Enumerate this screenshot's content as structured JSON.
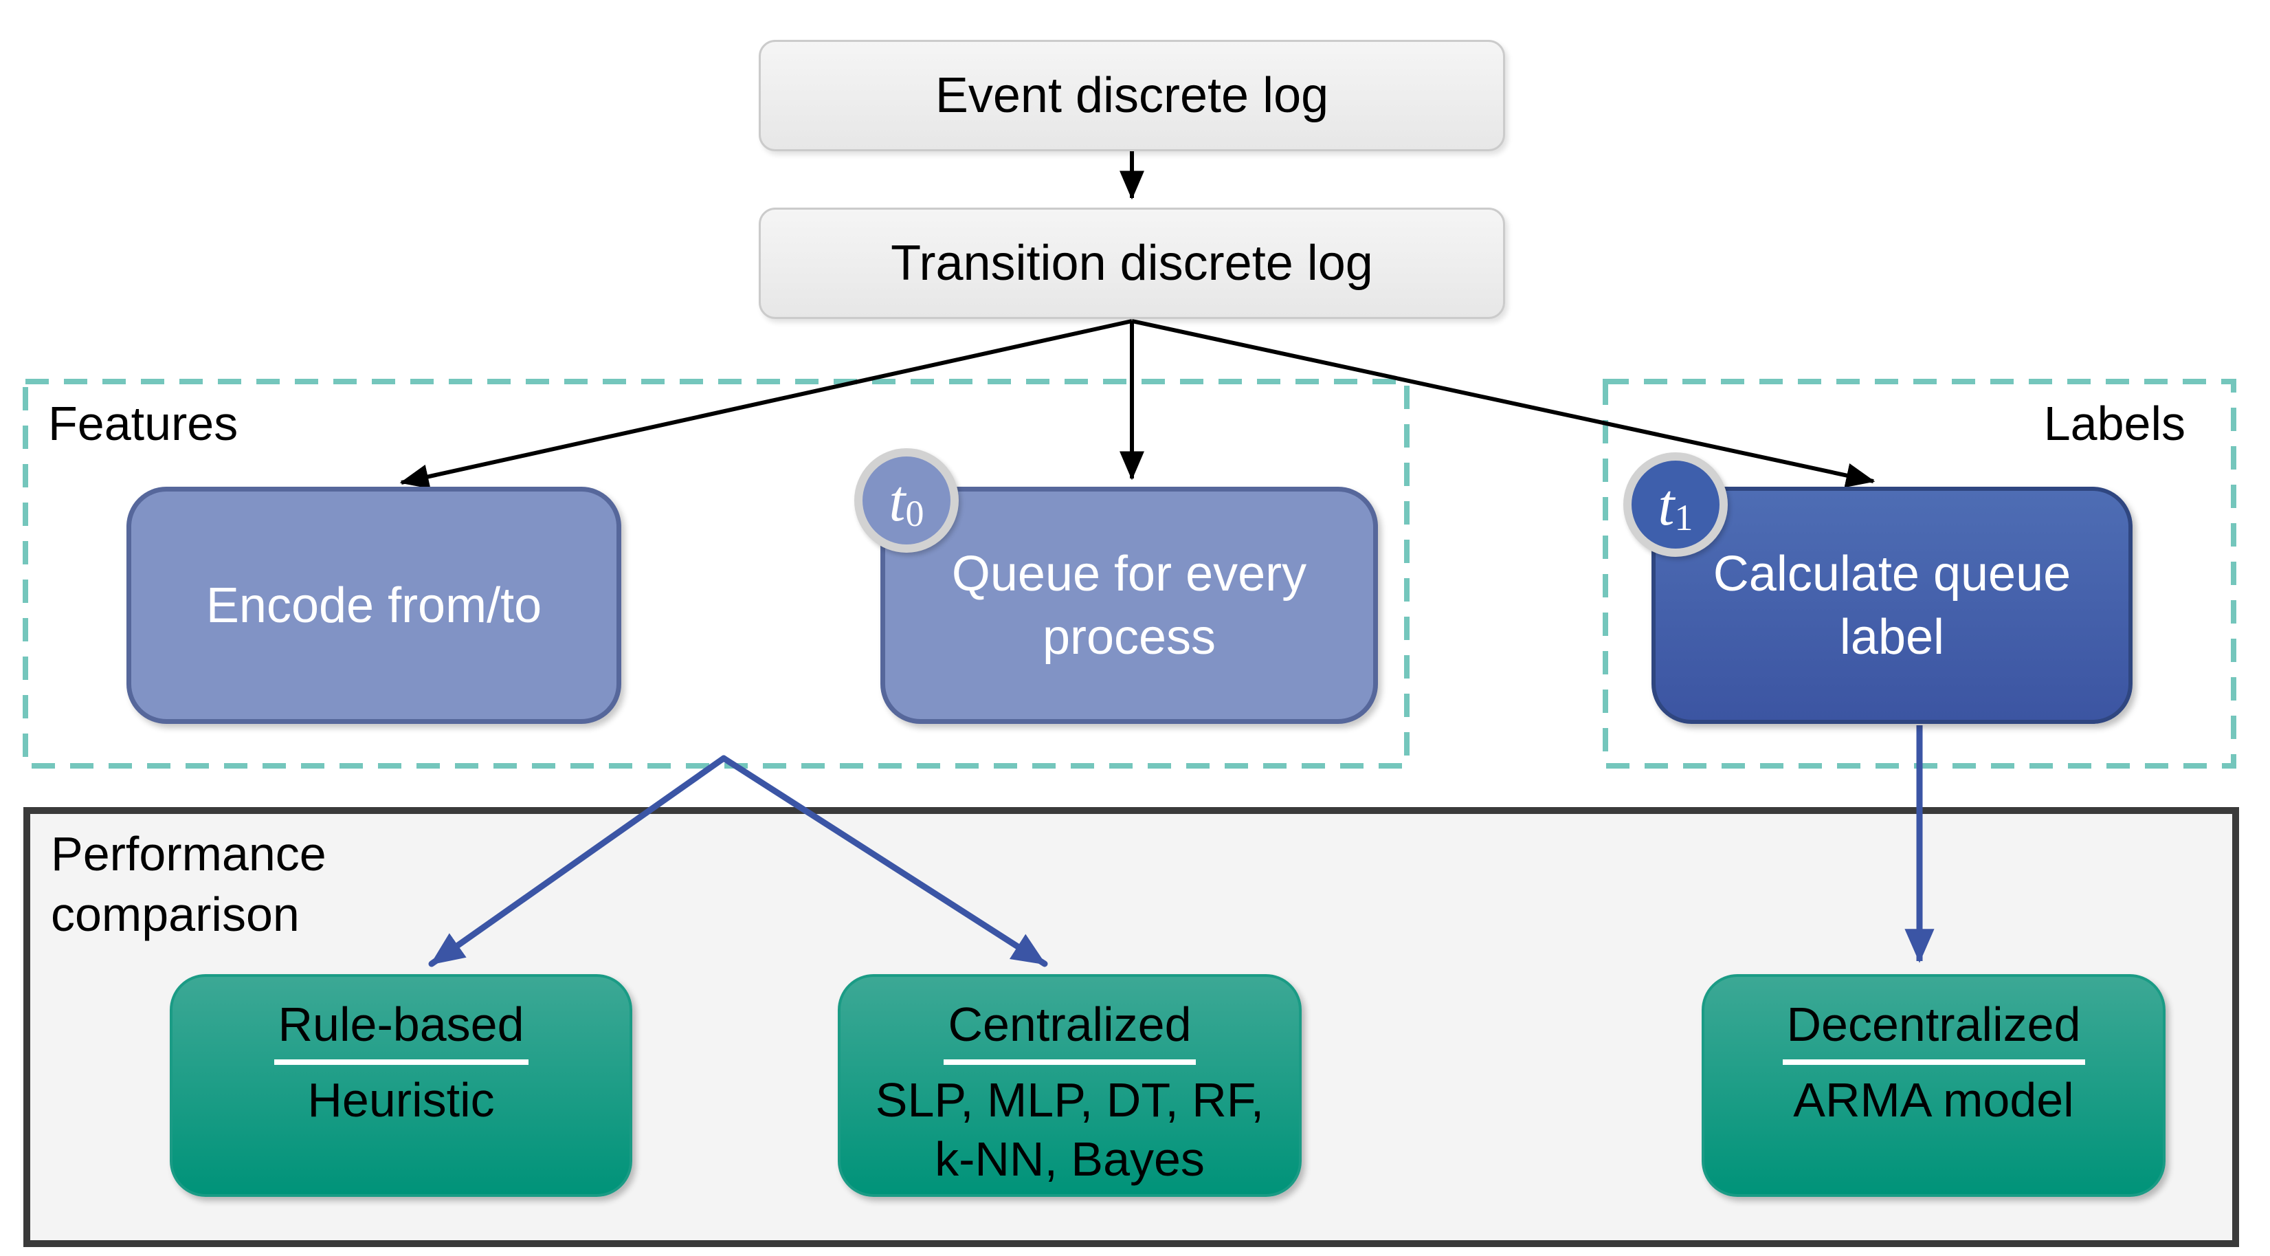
{
  "nodes": {
    "event_log": {
      "label": "Event discrete log"
    },
    "transition_log": {
      "label": "Transition discrete log"
    },
    "encode": {
      "label": "Encode from/to"
    },
    "queue": {
      "label": "Queue for every\nprocess",
      "badge_symbol": "t",
      "badge_subscript": "0"
    },
    "calculate": {
      "label": "Calculate queue\nlabel",
      "badge_symbol": "t",
      "badge_subscript": "1"
    },
    "rule_based": {
      "heading": "Rule-based",
      "line1": "Heuristic"
    },
    "centralized": {
      "heading": "Centralized",
      "line1": "SLP, MLP, DT, RF,",
      "line2": "k-NN, Bayes"
    },
    "decentralized": {
      "heading": "Decentralized",
      "line1": "ARMA model"
    }
  },
  "groups": {
    "features": {
      "title": "Features"
    },
    "labels": {
      "title": "Labels"
    },
    "performance": {
      "title": "Performance\ncomparison"
    }
  },
  "colors": {
    "light_blue_fill": "#8193C5",
    "light_blue_border": "#56679B",
    "dark_blue_fill_top": "#4E6DB4",
    "dark_blue_fill_bottom": "#3C55A2",
    "dark_blue_border": "#2F4680",
    "green_fill_top": "#3CA895",
    "green_fill_bottom": "#009379",
    "green_border": "#1A9B85",
    "gray_fill_top": "#F5F5F5",
    "gray_fill_bottom": "#E7E7E7",
    "gray_border": "#CBCBCB",
    "panel_fill": "#F4F4F4",
    "panel_border": "#3A3A3A",
    "teal_dash": "#74C6BC",
    "arrow_blue": "#3B55A5",
    "arrow_black": "#000000",
    "badge_ring": "#D2D2D2",
    "text_dark": "#000000",
    "text_light": "#FFFFFF"
  }
}
